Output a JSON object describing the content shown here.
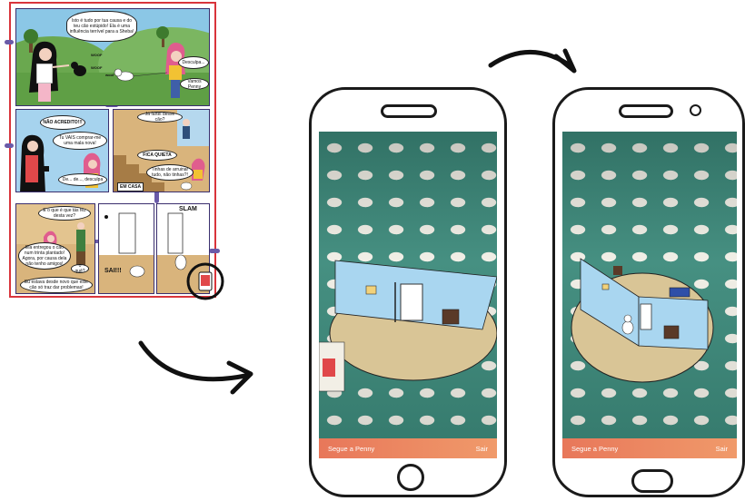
{
  "comic": {
    "panel1": {
      "bubble_main": "Isto é tudo por tua causa e do teu cão estúpido! Ela é uma influência terrível para a Sheba!",
      "bark1": "WOOF",
      "bark2": "WOOF",
      "bark3": "woof",
      "reply1": "Desculpa...",
      "reply2": "Vamos Penny"
    },
    "panel2": {
      "bubble1": "NÃO ACREDITO!!!",
      "bubble2": "Tu VAIS comprar-me uma mala nova!",
      "reply": "De... de..., desculpa"
    },
    "panel3": {
      "question": "Já fartei desse cão?",
      "bubble_quiet": "FICA QUIETA",
      "bubble_tail": "Tinhas de arruinar tudo, não tinhas?!",
      "sign": "EM CASA"
    },
    "panel4": {
      "bubble1": "E o que é que tás fez desta vez?",
      "bubble2": "Ela entregou o cão num trinta plantado! Agora, por causa dela não tenho amigos!",
      "bubble3": "o quê?",
      "bubble4": "Eu estava desde novo que este cão só traz dar problemas!"
    },
    "panel5": {
      "sfx": "SAI!!!"
    },
    "panel6": {
      "sfx": "SLAM"
    }
  },
  "phones": {
    "left": {
      "footer_left": "Segue a Penny",
      "footer_right": "Sair"
    },
    "right": {
      "footer_left": "Segue a Penny",
      "footer_right": "Sair"
    }
  },
  "colors": {
    "comic_border": "#d9343b",
    "panel_border": "#3a2e6e",
    "fabric_teal": "#3c8a7b",
    "room_wall": "#a9d6f0",
    "room_floor": "#d9c596",
    "bar_orange": "#ee8a63"
  }
}
